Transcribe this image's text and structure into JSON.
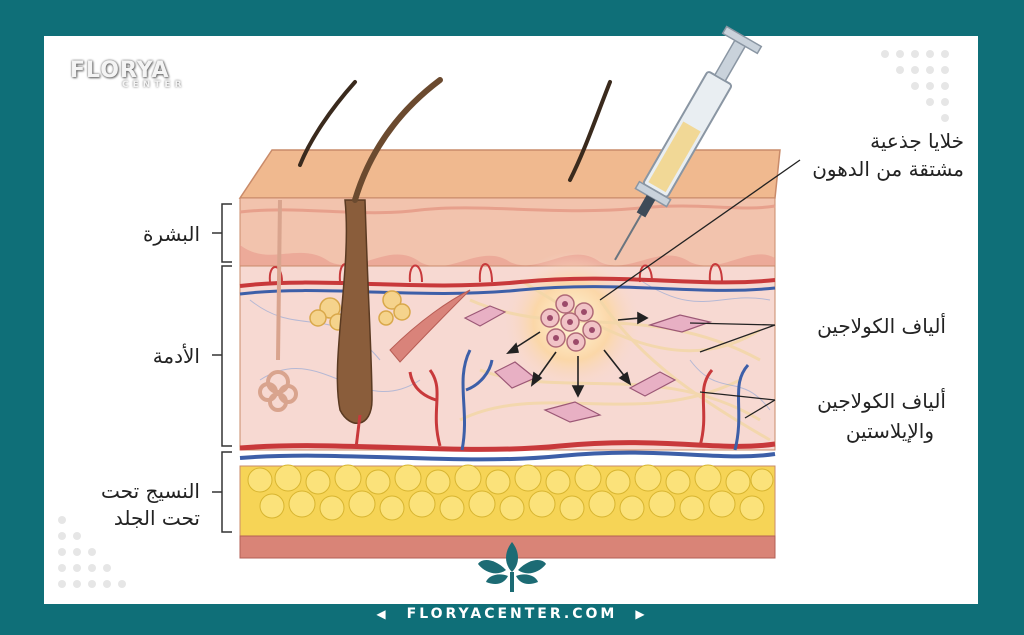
{
  "brand": {
    "name": "FLORYA",
    "sub": "CENTER"
  },
  "labels": {
    "epidermis": "البشرة",
    "dermis": "الأدمة",
    "subcutaneous_line1": "النسيج تحت",
    "subcutaneous_line2": "تحت الجلد",
    "stem_cells_line1": "خلايا جذعية",
    "stem_cells_line2": "مشتقة من الدهون",
    "collagen": "ألياف الكولاجين",
    "collagen_elastin_line1": "ألياف الكولاجين",
    "collagen_elastin_line2": "والإيلاستين"
  },
  "footer": {
    "site": "FLORYACENTER.COM"
  },
  "colors": {
    "frame": "#0f6f78",
    "skin_top": "#f0b98f",
    "epidermis": "#f2c3ad",
    "dermis": "#f7d9d2",
    "fat": "#f6d456",
    "vessel_red": "#c8393b",
    "vessel_blue": "#3d5fa8",
    "hair": "#6b4a2f"
  },
  "icons": [
    "syringe-icon",
    "logo-leaf-icon",
    "chevron-left-icon",
    "chevron-right-icon"
  ]
}
